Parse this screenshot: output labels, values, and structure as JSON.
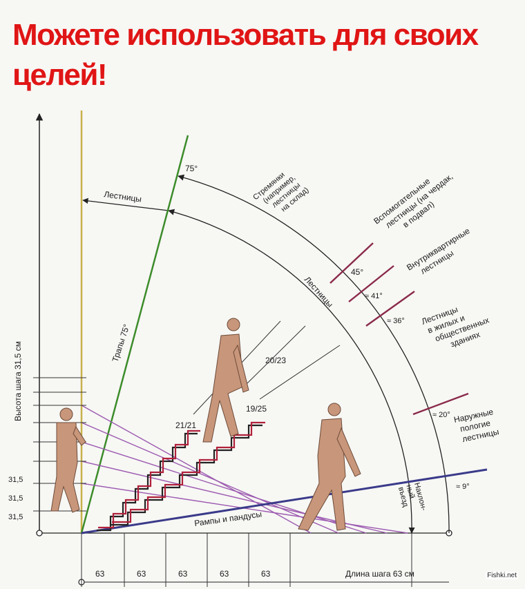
{
  "headline": "Можете использовать для своих целей!",
  "labels": {
    "ladders_top": "Лестницы",
    "angle_75": "75°",
    "stepladders": [
      "Стремянки",
      "(например,",
      "лестницы",
      "на склад)"
    ],
    "auxiliary": [
      "Вспомогательные",
      "лестницы (на чердак,",
      "в подвал)"
    ],
    "intra_apartment": [
      "Внутриквартирные",
      "лестницы"
    ],
    "stairs_arc": "Лестницы",
    "angle_45": "45°",
    "angle_41": "≈ 41°",
    "angle_36": "≈ 36°",
    "residential": [
      "Лестницы",
      "в жилых и",
      "общественных",
      "зданиях"
    ],
    "angle_20": "≈ 20°",
    "outdoor": [
      "Наружные",
      "пологие",
      "лестницы"
    ],
    "angle_9": "≈ 9°",
    "incline_entry": [
      "Наклон-",
      "ный",
      "въезд"
    ],
    "ladders_75": "Трапы 75°",
    "ratio_20_23": "20/23",
    "ratio_19_25": "19/25",
    "ratio_21_21": "21/21",
    "ramps": "Рампы и пандусы",
    "step_height": "Высота шага 31,5 см",
    "step_length": "Длина шага 63 см",
    "step_h_values": [
      "31,5",
      "31,5",
      "31,5"
    ],
    "step_l_values": [
      "63",
      "63",
      "63",
      "63",
      "63"
    ],
    "watermark": "Fishki.net"
  }
}
